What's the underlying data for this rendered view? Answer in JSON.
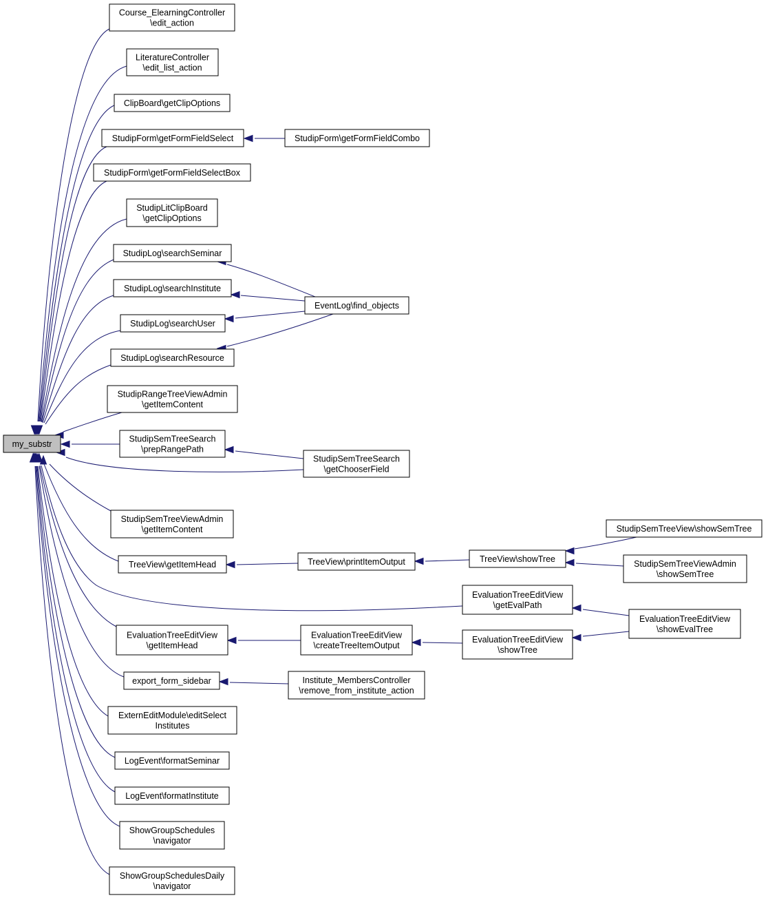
{
  "graph": {
    "root": "my_substr",
    "nodes": [
      {
        "id": "root",
        "lines": [
          "my_substr"
        ]
      },
      {
        "id": "n1",
        "lines": [
          "Course_ElearningController",
          "\\edit_action"
        ]
      },
      {
        "id": "n2",
        "lines": [
          "LiteratureController",
          "\\edit_list_action"
        ]
      },
      {
        "id": "n3",
        "lines": [
          "ClipBoard\\getClipOptions"
        ]
      },
      {
        "id": "n4",
        "lines": [
          "StudipForm\\getFormFieldSelect"
        ]
      },
      {
        "id": "n5",
        "lines": [
          "StudipForm\\getFormFieldSelectBox"
        ]
      },
      {
        "id": "n6",
        "lines": [
          "StudipLitClipBoard",
          "\\getClipOptions"
        ]
      },
      {
        "id": "n7",
        "lines": [
          "StudipLog\\searchSeminar"
        ]
      },
      {
        "id": "n8",
        "lines": [
          "StudipLog\\searchInstitute"
        ]
      },
      {
        "id": "n9",
        "lines": [
          "StudipLog\\searchUser"
        ]
      },
      {
        "id": "n10",
        "lines": [
          "StudipLog\\searchResource"
        ]
      },
      {
        "id": "n11",
        "lines": [
          "StudipRangeTreeViewAdmin",
          "\\getItemContent"
        ]
      },
      {
        "id": "n12",
        "lines": [
          "StudipSemTreeSearch",
          "\\prepRangePath"
        ]
      },
      {
        "id": "n13",
        "lines": [
          "StudipSemTreeViewAdmin",
          "\\getItemContent"
        ]
      },
      {
        "id": "n14",
        "lines": [
          "TreeView\\getItemHead"
        ]
      },
      {
        "id": "n15",
        "lines": [
          "EvaluationTreeEditView",
          "\\getItemHead"
        ]
      },
      {
        "id": "n16",
        "lines": [
          "export_form_sidebar"
        ]
      },
      {
        "id": "n17",
        "lines": [
          "ExternEditModule\\editSelect",
          "Institutes"
        ]
      },
      {
        "id": "n18",
        "lines": [
          "LogEvent\\formatSeminar"
        ]
      },
      {
        "id": "n19",
        "lines": [
          "LogEvent\\formatInstitute"
        ]
      },
      {
        "id": "n20",
        "lines": [
          "ShowGroupSchedules",
          "\\navigator"
        ]
      },
      {
        "id": "n21",
        "lines": [
          "ShowGroupSchedulesDaily",
          "\\navigator"
        ]
      },
      {
        "id": "n22",
        "lines": [
          "StudipForm\\getFormFieldCombo"
        ]
      },
      {
        "id": "n23",
        "lines": [
          "EventLog\\find_objects"
        ]
      },
      {
        "id": "n24",
        "lines": [
          "StudipSemTreeSearch",
          "\\getChooserField"
        ]
      },
      {
        "id": "n25",
        "lines": [
          "TreeView\\printItemOutput"
        ]
      },
      {
        "id": "n26",
        "lines": [
          "EvaluationTreeEditView",
          "\\createTreeItemOutput"
        ]
      },
      {
        "id": "n27",
        "lines": [
          "Institute_MembersController",
          "\\remove_from_institute_action"
        ]
      },
      {
        "id": "n28",
        "lines": [
          "TreeView\\showTree"
        ]
      },
      {
        "id": "n29",
        "lines": [
          "EvaluationTreeEditView",
          "\\getEvalPath"
        ]
      },
      {
        "id": "n30",
        "lines": [
          "EvaluationTreeEditView",
          "\\showTree"
        ]
      },
      {
        "id": "n31",
        "lines": [
          "StudipSemTreeView\\showSemTree"
        ]
      },
      {
        "id": "n32",
        "lines": [
          "StudipSemTreeViewAdmin",
          "\\showSemTree"
        ]
      },
      {
        "id": "n33",
        "lines": [
          "EvaluationTreeEditView",
          "\\showEvalTree"
        ]
      }
    ],
    "edges": [
      {
        "from": "n1",
        "to": "root"
      },
      {
        "from": "n2",
        "to": "root"
      },
      {
        "from": "n3",
        "to": "root"
      },
      {
        "from": "n4",
        "to": "root"
      },
      {
        "from": "n5",
        "to": "root"
      },
      {
        "from": "n6",
        "to": "root"
      },
      {
        "from": "n7",
        "to": "root"
      },
      {
        "from": "n8",
        "to": "root"
      },
      {
        "from": "n9",
        "to": "root"
      },
      {
        "from": "n10",
        "to": "root"
      },
      {
        "from": "n11",
        "to": "root"
      },
      {
        "from": "n12",
        "to": "root"
      },
      {
        "from": "n24",
        "to": "root"
      },
      {
        "from": "n13",
        "to": "root"
      },
      {
        "from": "n14",
        "to": "root"
      },
      {
        "from": "n29",
        "to": "root"
      },
      {
        "from": "n15",
        "to": "root"
      },
      {
        "from": "n16",
        "to": "root"
      },
      {
        "from": "n17",
        "to": "root"
      },
      {
        "from": "n18",
        "to": "root"
      },
      {
        "from": "n19",
        "to": "root"
      },
      {
        "from": "n20",
        "to": "root"
      },
      {
        "from": "n21",
        "to": "root"
      },
      {
        "from": "n22",
        "to": "n4"
      },
      {
        "from": "n23",
        "to": "n7"
      },
      {
        "from": "n23",
        "to": "n8"
      },
      {
        "from": "n23",
        "to": "n9"
      },
      {
        "from": "n23",
        "to": "n10"
      },
      {
        "from": "n24",
        "to": "n12"
      },
      {
        "from": "n25",
        "to": "n14"
      },
      {
        "from": "n28",
        "to": "n25"
      },
      {
        "from": "n31",
        "to": "n28"
      },
      {
        "from": "n32",
        "to": "n28"
      },
      {
        "from": "n26",
        "to": "n15"
      },
      {
        "from": "n30",
        "to": "n26"
      },
      {
        "from": "n33",
        "to": "n29"
      },
      {
        "from": "n33",
        "to": "n30"
      },
      {
        "from": "n27",
        "to": "n16"
      }
    ],
    "colors": {
      "edge": "#191970",
      "root_fill": "#bfbfbf",
      "node_fill": "#ffffff",
      "node_stroke": "#000000"
    }
  }
}
